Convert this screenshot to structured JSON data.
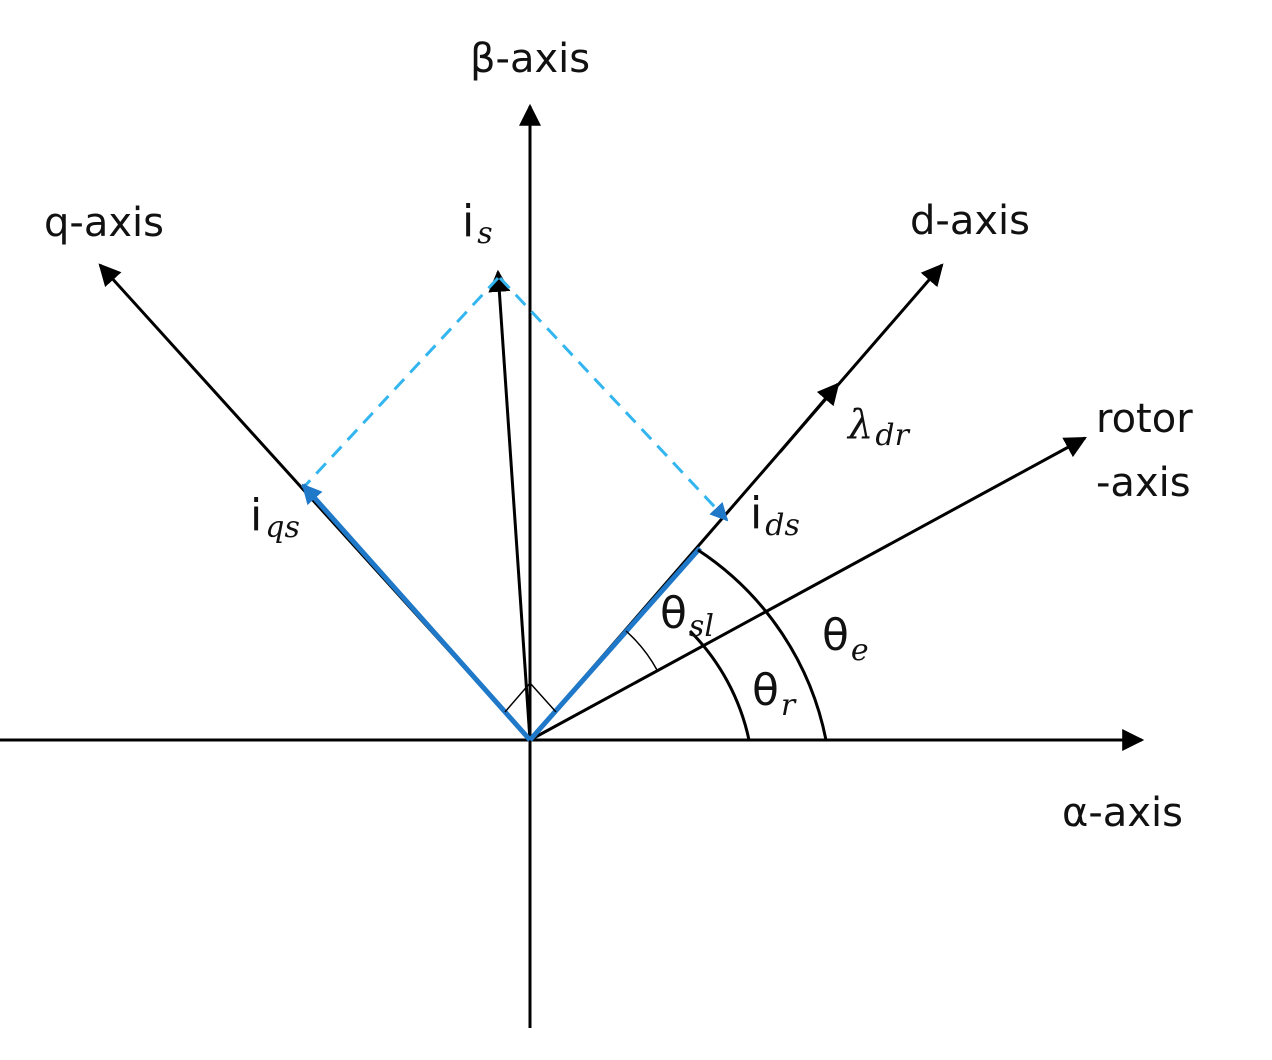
{
  "axes": {
    "beta": "β-axis",
    "alpha": "α-axis",
    "q": "q-axis",
    "d": "d-axis",
    "rotor_line1": "rotor",
    "rotor_line2": "-axis"
  },
  "vectors": {
    "is": {
      "base": "i",
      "sub": "s"
    },
    "iqs": {
      "base": "i",
      "sub": "qs"
    },
    "ids": {
      "base": "i",
      "sub": "ds"
    },
    "lambda_dr": {
      "base": "λ",
      "sub": "dr"
    }
  },
  "angles": {
    "theta_sl": {
      "base": "θ",
      "sub": "sl"
    },
    "theta_e": {
      "base": "θ",
      "sub": "e"
    },
    "theta_r": {
      "base": "θ",
      "sub": "r"
    }
  },
  "colors": {
    "axis": "#000000",
    "current_component": "#1f78c8",
    "projection_dashed": "#33b5f0"
  }
}
